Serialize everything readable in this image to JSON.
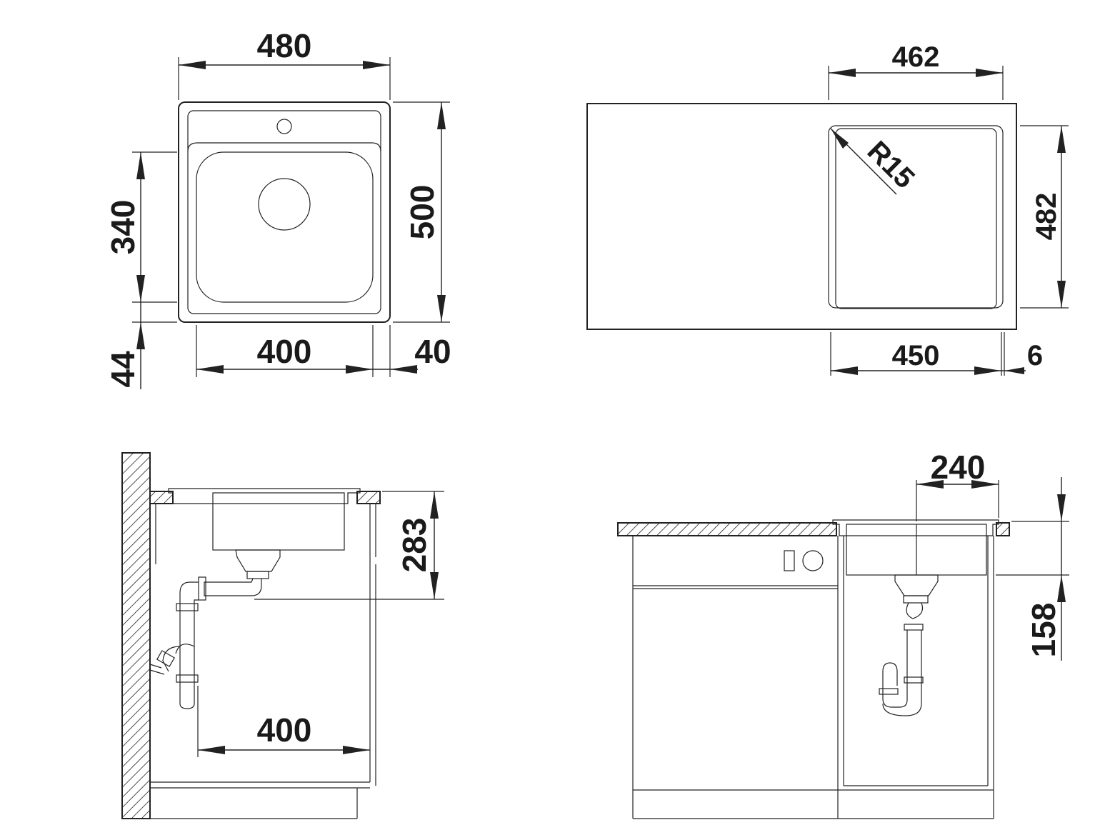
{
  "dimensions": {
    "top_left_width": "480",
    "top_left_height": "500",
    "top_left_bowl_height": "340",
    "top_left_front_offset": "44",
    "top_left_bowl_width": "400",
    "top_left_side_offset": "40",
    "top_right_cutout_width": "462",
    "top_right_cutout_height": "482",
    "top_right_radius": "R15",
    "top_right_bowl_width": "450",
    "top_right_side_offset": "6",
    "bottom_left_depth": "283",
    "bottom_left_cabinet_width": "400",
    "bottom_right_bowl_width": "240",
    "bottom_right_depth": "158"
  },
  "colors": {
    "line": "#222222",
    "background": "#ffffff"
  }
}
